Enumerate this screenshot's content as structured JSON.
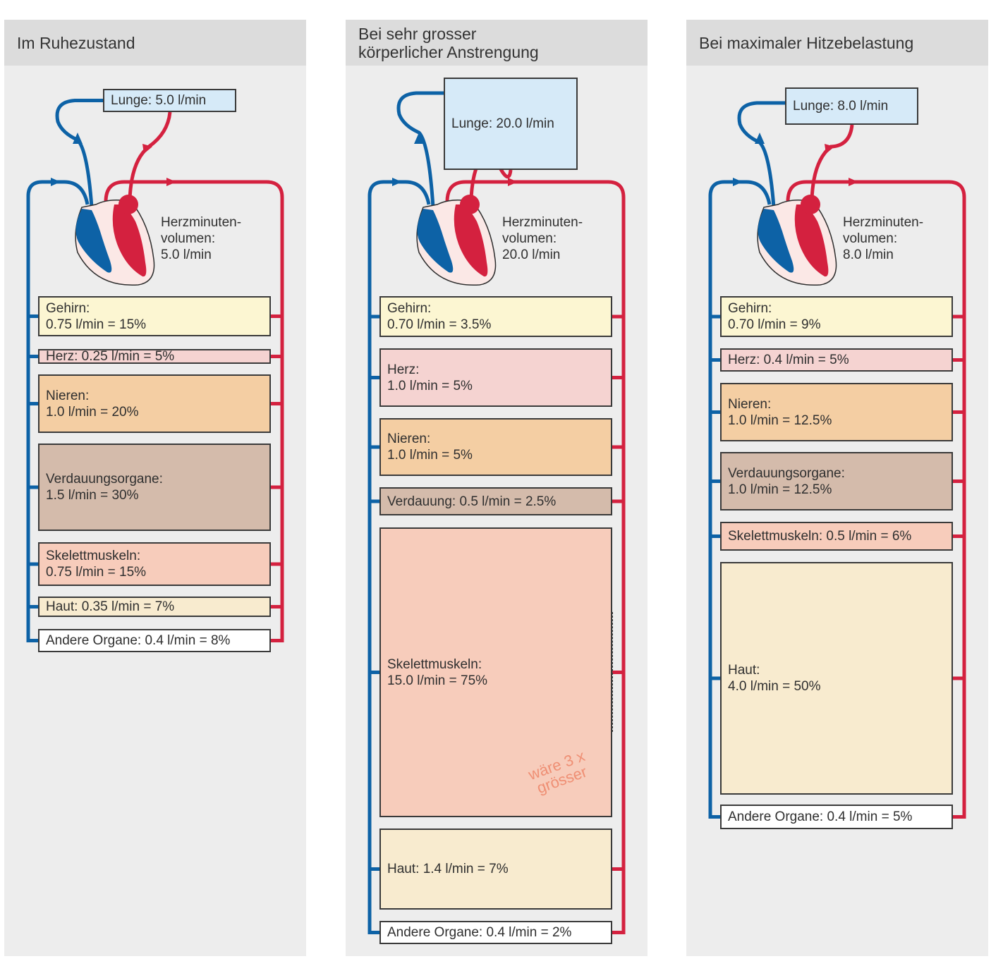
{
  "colors": {
    "panel_bg": "#ededed",
    "header_bg": "#dcdcdc",
    "vein_blue": "#0d62a6",
    "artery_red": "#d4213f",
    "lung_fill": "#d6eaf8",
    "brain_fill": "#fcf6d2",
    "heart_fill": "#f5d3d1",
    "kidney_fill": "#f4cea3",
    "digestive_fill": "#d4bbab",
    "muscle_fill": "#f7ccbb",
    "skin_fill": "#f8ebcf",
    "other_fill": "#ffffff",
    "note_color": "#ef8f74"
  },
  "panels": [
    {
      "title": "Im Ruhezustand",
      "lung": "Lunge: 5.0 l/min",
      "cardiac_output": "Herzminuten-\nvolumen:\n5.0 l/min",
      "organs": [
        {
          "label": "Gehirn:\n0.75 l/min = 15%",
          "fill": "brain"
        },
        {
          "label": "Herz: 0.25 l/min = 5%",
          "fill": "heart"
        },
        {
          "label": "Nieren:\n1.0 l/min = 20%",
          "fill": "kidney"
        },
        {
          "label": "Verdauungsorgane:\n1.5 l/min = 30%",
          "fill": "digestive"
        },
        {
          "label": "Skelettmuskeln:\n0.75 l/min = 15%",
          "fill": "muscle"
        },
        {
          "label": "Haut: 0.35 l/min = 7%",
          "fill": "skin"
        },
        {
          "label": "Andere Organe: 0.4 l/min = 8%",
          "fill": "other"
        }
      ]
    },
    {
      "title": "Bei sehr grosser\nkörperlicher Anstrengung",
      "lung": "Lunge: 20.0 l/min",
      "cardiac_output": "Herzminuten-\nvolumen:\n20.0 l/min",
      "note": "wäre 3 x\ngrösser",
      "organs": [
        {
          "label": "Gehirn:\n0.70 l/min = 3.5%",
          "fill": "brain"
        },
        {
          "label": "Herz:\n1.0 l/min = 5%",
          "fill": "heart"
        },
        {
          "label": "Nieren:\n1.0 l/min = 5%",
          "fill": "kidney"
        },
        {
          "label": "Verdauung: 0.5 l/min = 2.5%",
          "fill": "digestive"
        },
        {
          "label": "Skelettmuskeln:\n15.0 l/min = 75%",
          "fill": "muscle"
        },
        {
          "label": "Haut: 1.4 l/min = 7%",
          "fill": "skin"
        },
        {
          "label": "Andere Organe: 0.4 l/min = 2%",
          "fill": "other"
        }
      ]
    },
    {
      "title": "Bei maximaler Hitzebelastung",
      "lung": "Lunge: 8.0 l/min",
      "cardiac_output": "Herzminuten-\nvolumen:\n8.0 l/min",
      "organs": [
        {
          "label": "Gehirn:\n0.70 l/min = 9%",
          "fill": "brain"
        },
        {
          "label": "Herz: 0.4 l/min = 5%",
          "fill": "heart"
        },
        {
          "label": "Nieren:\n1.0 l/min = 12.5%",
          "fill": "kidney"
        },
        {
          "label": "Verdauungsorgane:\n1.0 l/min = 12.5%",
          "fill": "digestive"
        },
        {
          "label": "Skelettmuskeln: 0.5 l/min = 6%",
          "fill": "muscle"
        },
        {
          "label": "Haut:\n4.0 l/min = 50%",
          "fill": "skin"
        },
        {
          "label": "Andere Organe: 0.4 l/min = 5%",
          "fill": "other"
        }
      ]
    }
  ]
}
